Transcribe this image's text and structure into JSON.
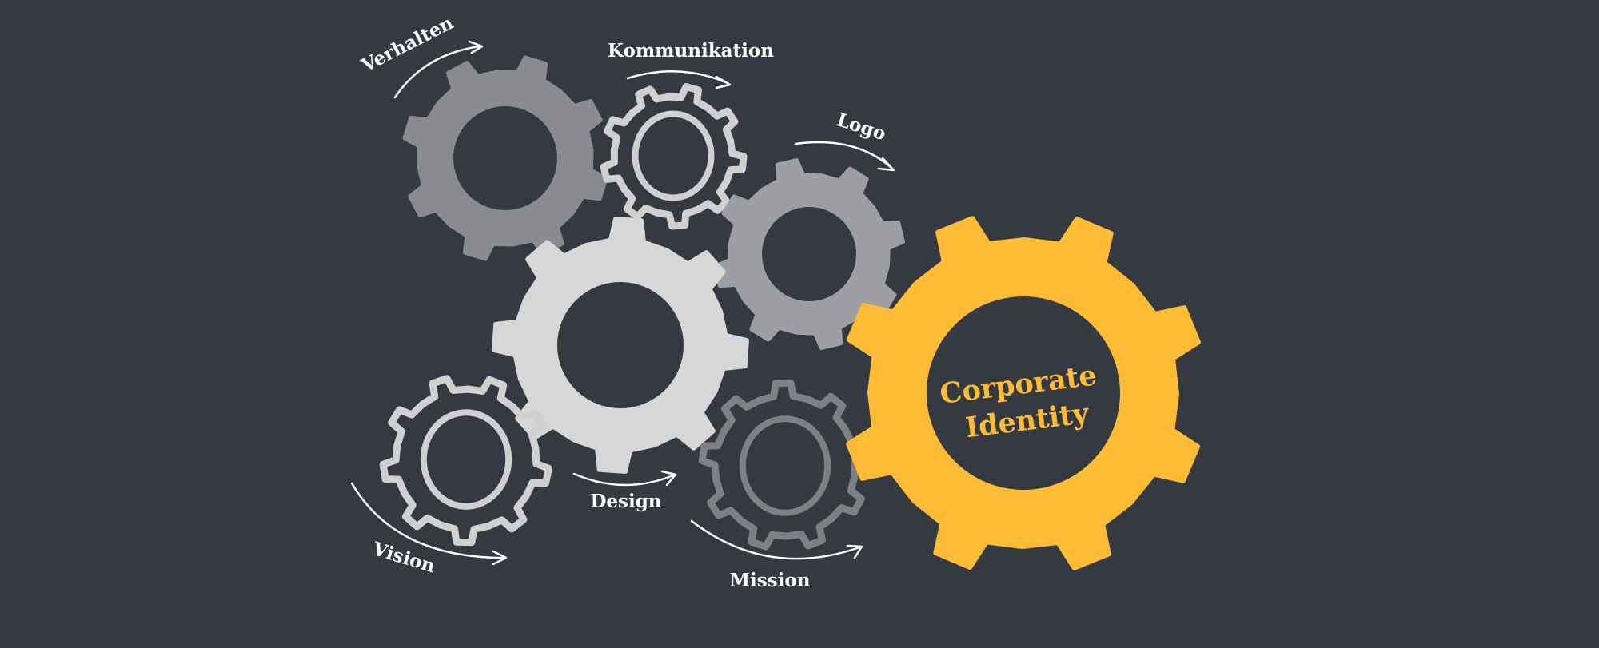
{
  "colors": {
    "background": "#353940",
    "gear_dark": "#898B8E",
    "gear_mid": "#9D9FA3",
    "gear_light": "#D7D7D8",
    "gear_outline_light": "#D0D0D1",
    "gear_outline_dark": "#7E8084",
    "accent": "#FDBB36",
    "arrow": "#FFFFFF"
  },
  "labels": {
    "verhalten": "Verhalten",
    "kommunikation": "Kommunikation",
    "logo": "Logo",
    "design": "Design",
    "vision": "Vision",
    "mission": "Mission"
  },
  "center": {
    "line1": "Corporate",
    "line2": "Identity"
  }
}
